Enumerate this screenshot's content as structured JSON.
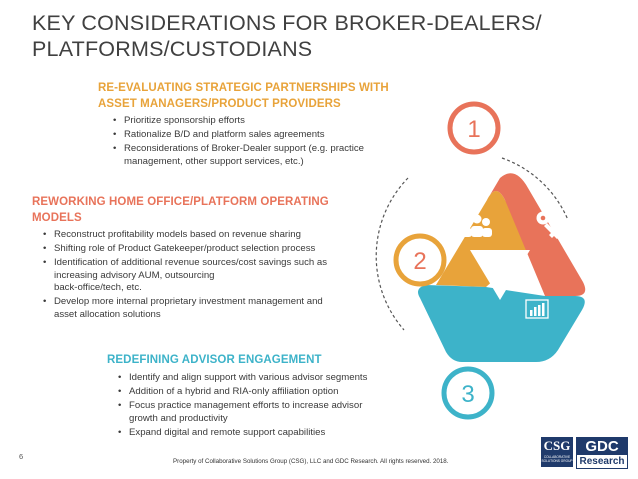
{
  "title": {
    "line1": "KEY CONSIDERATIONS FOR BROKER-DEALERS/",
    "line2": "PLATFORMS/CUSTODIANS"
  },
  "colors": {
    "orange": "#e8a33a",
    "coral": "#e8735a",
    "teal": "#3db3c9"
  },
  "sections": [
    {
      "number": "1",
      "heading": [
        "RE-EVALUATING STRATEGIC PARTNERSHIPS WITH",
        "ASSET MANAGERS/PRODUCT PROVIDERS"
      ],
      "bullets": [
        [
          "Prioritize sponsorship efforts"
        ],
        [
          "Rationalize B/D and platform sales agreements"
        ],
        [
          "Reconsiderations of Broker-Dealer support (e.g. practice",
          "management, other support services, etc.)"
        ]
      ]
    },
    {
      "number": "2",
      "heading": [
        "REWORKING HOME OFFICE/PLATFORM OPERATING",
        "MODELS"
      ],
      "bullets": [
        [
          "Reconstruct profitability models based on revenue sharing"
        ],
        [
          "Shifting role of Product Gatekeeper/product selection process"
        ],
        [
          "Identification of additional revenue sources/cost savings such as",
          "increasing advisory AUM, outsourcing",
          "back-office/tech, etc."
        ],
        [
          "Develop more internal proprietary investment management and",
          "asset allocation solutions"
        ]
      ]
    },
    {
      "number": "3",
      "heading": [
        "REDEFINING ADVISOR ENGAGEMENT"
      ],
      "bullets": [
        [
          "Identify and align support with various advisor segments"
        ],
        [
          "Addition of a hybrid and RIA-only affiliation option"
        ],
        [
          "Focus practice management efforts to increase advisor",
          "growth and productivity"
        ],
        [
          "Expand digital and remote support capabilities"
        ]
      ]
    }
  ],
  "diagram": {
    "icons": [
      "people-icon",
      "key-icon",
      "chart-icon"
    ]
  },
  "footer": {
    "page_number": "6",
    "text": "Property of Collaborative Solutions Group (CSG), LLC and GDC Research. All rights reserved. 2018."
  },
  "logos": {
    "csg": {
      "name": "CSG",
      "tagline": "COLLABORATIVE SOLUTIONS GROUP"
    },
    "gdc": {
      "top": "GDC",
      "bottom": "Research"
    }
  }
}
